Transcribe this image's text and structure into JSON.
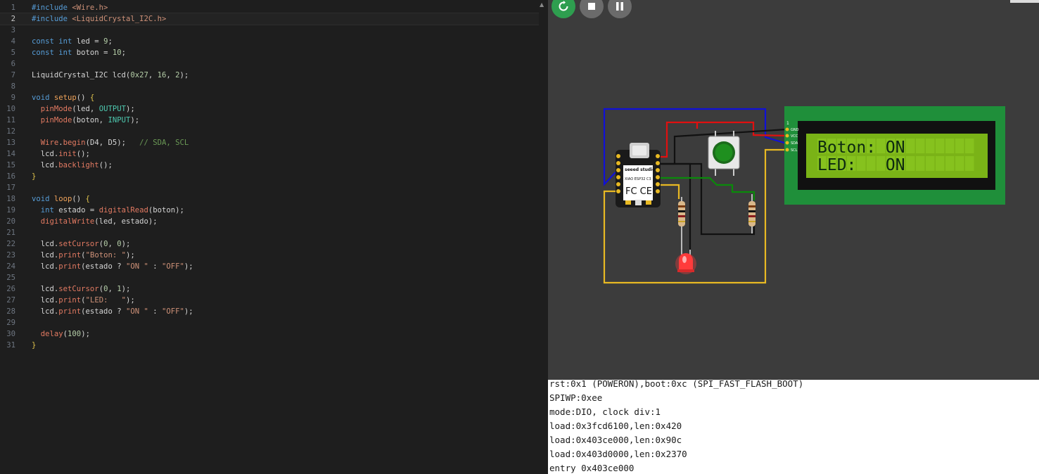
{
  "editor": {
    "lines": [
      [
        [
          "#include ",
          "kw"
        ],
        [
          "<Wire.h>",
          "str"
        ]
      ],
      [
        [
          "#include ",
          "kw"
        ],
        [
          "<LiquidCrystal_I2C.h>",
          "str"
        ]
      ],
      [],
      [
        [
          "const ",
          "kw"
        ],
        [
          "int ",
          "kw"
        ],
        [
          "led = ",
          "id"
        ],
        [
          "9",
          "num"
        ],
        [
          ";",
          "pun"
        ]
      ],
      [
        [
          "const ",
          "kw"
        ],
        [
          "int ",
          "kw"
        ],
        [
          "boton = ",
          "id"
        ],
        [
          "10",
          "num"
        ],
        [
          ";",
          "pun"
        ]
      ],
      [],
      [
        [
          "LiquidCrystal_I2C lcd(",
          "id"
        ],
        [
          "0x27",
          "num"
        ],
        [
          ", ",
          "pun"
        ],
        [
          "16",
          "num"
        ],
        [
          ", ",
          "pun"
        ],
        [
          "2",
          "num"
        ],
        [
          ");",
          "pun"
        ]
      ],
      [],
      [
        [
          "void ",
          "kw"
        ],
        [
          "setup",
          "fnd"
        ],
        [
          "() ",
          "pun"
        ],
        [
          "{",
          "brace"
        ]
      ],
      [
        [
          "  pinMode",
          "fn"
        ],
        [
          "(led, ",
          "id"
        ],
        [
          "OUTPUT",
          "cst"
        ],
        [
          ");",
          "pun"
        ]
      ],
      [
        [
          "  pinMode",
          "fn"
        ],
        [
          "(boton, ",
          "id"
        ],
        [
          "INPUT",
          "cst"
        ],
        [
          ");",
          "pun"
        ]
      ],
      [],
      [
        [
          "  Wire",
          "fn"
        ],
        [
          ".",
          "pun"
        ],
        [
          "begin",
          "fn"
        ],
        [
          "(D4, D5);   ",
          "id"
        ],
        [
          "// SDA, SCL",
          "com"
        ]
      ],
      [
        [
          "  lcd.",
          "id"
        ],
        [
          "init",
          "fn"
        ],
        [
          "();",
          "pun"
        ]
      ],
      [
        [
          "  lcd.",
          "id"
        ],
        [
          "backlight",
          "fn"
        ],
        [
          "();",
          "pun"
        ]
      ],
      [
        [
          "}",
          "brace"
        ]
      ],
      [],
      [
        [
          "void ",
          "kw"
        ],
        [
          "loop",
          "fnd"
        ],
        [
          "() ",
          "pun"
        ],
        [
          "{",
          "brace"
        ]
      ],
      [
        [
          "  int ",
          "kw"
        ],
        [
          "estado = ",
          "id"
        ],
        [
          "digitalRead",
          "fn"
        ],
        [
          "(boton);",
          "id"
        ]
      ],
      [
        [
          "  digitalWrite",
          "fn"
        ],
        [
          "(led, estado);",
          "id"
        ]
      ],
      [],
      [
        [
          "  lcd.",
          "id"
        ],
        [
          "setCursor",
          "fn"
        ],
        [
          "(",
          "pun"
        ],
        [
          "0",
          "num"
        ],
        [
          ", ",
          "pun"
        ],
        [
          "0",
          "num"
        ],
        [
          ");",
          "pun"
        ]
      ],
      [
        [
          "  lcd.",
          "id"
        ],
        [
          "print",
          "fn"
        ],
        [
          "(",
          "pun"
        ],
        [
          "\"Boton: \"",
          "str"
        ],
        [
          ");",
          "pun"
        ]
      ],
      [
        [
          "  lcd.",
          "id"
        ],
        [
          "print",
          "fn"
        ],
        [
          "(estado ? ",
          "id"
        ],
        [
          "\"ON \"",
          "str"
        ],
        [
          " : ",
          "pun"
        ],
        [
          "\"OFF\"",
          "str"
        ],
        [
          ");",
          "pun"
        ]
      ],
      [],
      [
        [
          "  lcd.",
          "id"
        ],
        [
          "setCursor",
          "fn"
        ],
        [
          "(",
          "pun"
        ],
        [
          "0",
          "num"
        ],
        [
          ", ",
          "pun"
        ],
        [
          "1",
          "num"
        ],
        [
          ");",
          "pun"
        ]
      ],
      [
        [
          "  lcd.",
          "id"
        ],
        [
          "print",
          "fn"
        ],
        [
          "(",
          "pun"
        ],
        [
          "\"LED:   \"",
          "str"
        ],
        [
          ");",
          "pun"
        ]
      ],
      [
        [
          "  lcd.",
          "id"
        ],
        [
          "print",
          "fn"
        ],
        [
          "(estado ? ",
          "id"
        ],
        [
          "\"ON \"",
          "str"
        ],
        [
          " : ",
          "pun"
        ],
        [
          "\"OFF\"",
          "str"
        ],
        [
          ");",
          "pun"
        ]
      ],
      [],
      [
        [
          "  delay",
          "fn"
        ],
        [
          "(",
          "pun"
        ],
        [
          "100",
          "num"
        ],
        [
          ");",
          "pun"
        ]
      ],
      [
        [
          "}",
          "brace"
        ]
      ]
    ],
    "current_line": 2
  },
  "simulation": {
    "controls": [
      {
        "name": "restart-button",
        "icon": "restart-icon",
        "color": "#2e9e4f"
      },
      {
        "name": "stop-button",
        "icon": "stop-icon",
        "color": "#6b6b6b"
      },
      {
        "name": "pause-button",
        "icon": "pause-icon",
        "color": "#6b6b6b"
      }
    ],
    "board": {
      "brand": "seeed studio",
      "model": "XIAO ESP32 C3",
      "cert": "FC CE"
    },
    "lcd": {
      "line1": "Boton: ON",
      "line2": "LED:   ON",
      "pins": [
        "GND",
        "VCC",
        "SDA",
        "SCL"
      ],
      "pin1_label": "1"
    },
    "led_color": "#ff3b3b",
    "button_color": "#1f8f1f"
  },
  "serial": {
    "lines": [
      "rst:0x1 (POWERON),boot:0xc (SPI_FAST_FLASH_BOOT)",
      "SPIWP:0xee",
      "mode:DIO, clock div:1",
      "load:0x3fcd6100,len:0x420",
      "load:0x403ce000,len:0x90c",
      "load:0x403d0000,len:0x2370",
      "entry 0x403ce000"
    ]
  }
}
